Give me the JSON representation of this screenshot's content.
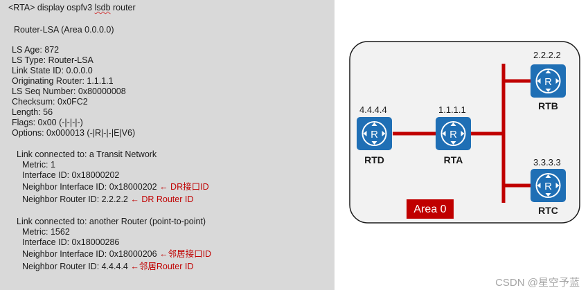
{
  "cli": {
    "command_prompt": "<RTA> display ospfv3 ",
    "command_keyword": "lsdb",
    "command_rest": " router",
    "lsa_header": "Router-LSA (Area 0.0.0.0)",
    "ls_age": "LS Age: 872",
    "ls_type": "LS Type: Router-LSA",
    "link_state_id": "Link State ID: 0.0.0.0",
    "originating_router": "Originating Router: 1.1.1.1",
    "ls_seq": "LS Seq Number: 0x80000008",
    "checksum": "Checksum: 0x0FC2",
    "length": "Length: 56",
    "flags": "Flags: 0x00 (-|-|-|-)",
    "options": "Options: 0x000013 (-|R|-|-|E|V6)",
    "link1": {
      "heading": "Link connected to: a Transit Network",
      "metric": "Metric: 1",
      "interface_id": "Interface ID: 0x18000202",
      "neighbor_interface_id": "Neighbor Interface ID: 0x18000202",
      "neighbor_interface_note": "← DR接口ID",
      "neighbor_router_id": "Neighbor Router ID: 2.2.2.2",
      "neighbor_router_note": "← DR Router ID"
    },
    "link2": {
      "heading": "Link connected to: another Router (point-to-point)",
      "metric": "Metric: 1562",
      "interface_id": "Interface ID: 0x18000286",
      "neighbor_interface_id": "Neighbor Interface ID: 0x18000206",
      "neighbor_interface_note": "←邻居接口ID",
      "neighbor_router_id": "Neighbor Router ID: 4.4.4.4",
      "neighbor_router_note": "←邻居Router ID"
    }
  },
  "topology": {
    "area_label": "Area 0",
    "routers": {
      "rtd": {
        "name": "RTD",
        "router_id": "4.4.4.4"
      },
      "rta": {
        "name": "RTA",
        "router_id": "1.1.1.1"
      },
      "rtb": {
        "name": "RTB",
        "router_id": "2.2.2.2"
      },
      "rtc": {
        "name": "RTC",
        "router_id": "3.3.3.3"
      }
    },
    "colors": {
      "link": "#c00000",
      "router_fill": "#1f6fb5",
      "router_border": "#ffffff",
      "area_badge": "#c00000",
      "area_panel_border": "#1a1a1a",
      "area_panel_fill": "#f2f2f2"
    }
  },
  "watermark": "CSDN @星空予蓝"
}
